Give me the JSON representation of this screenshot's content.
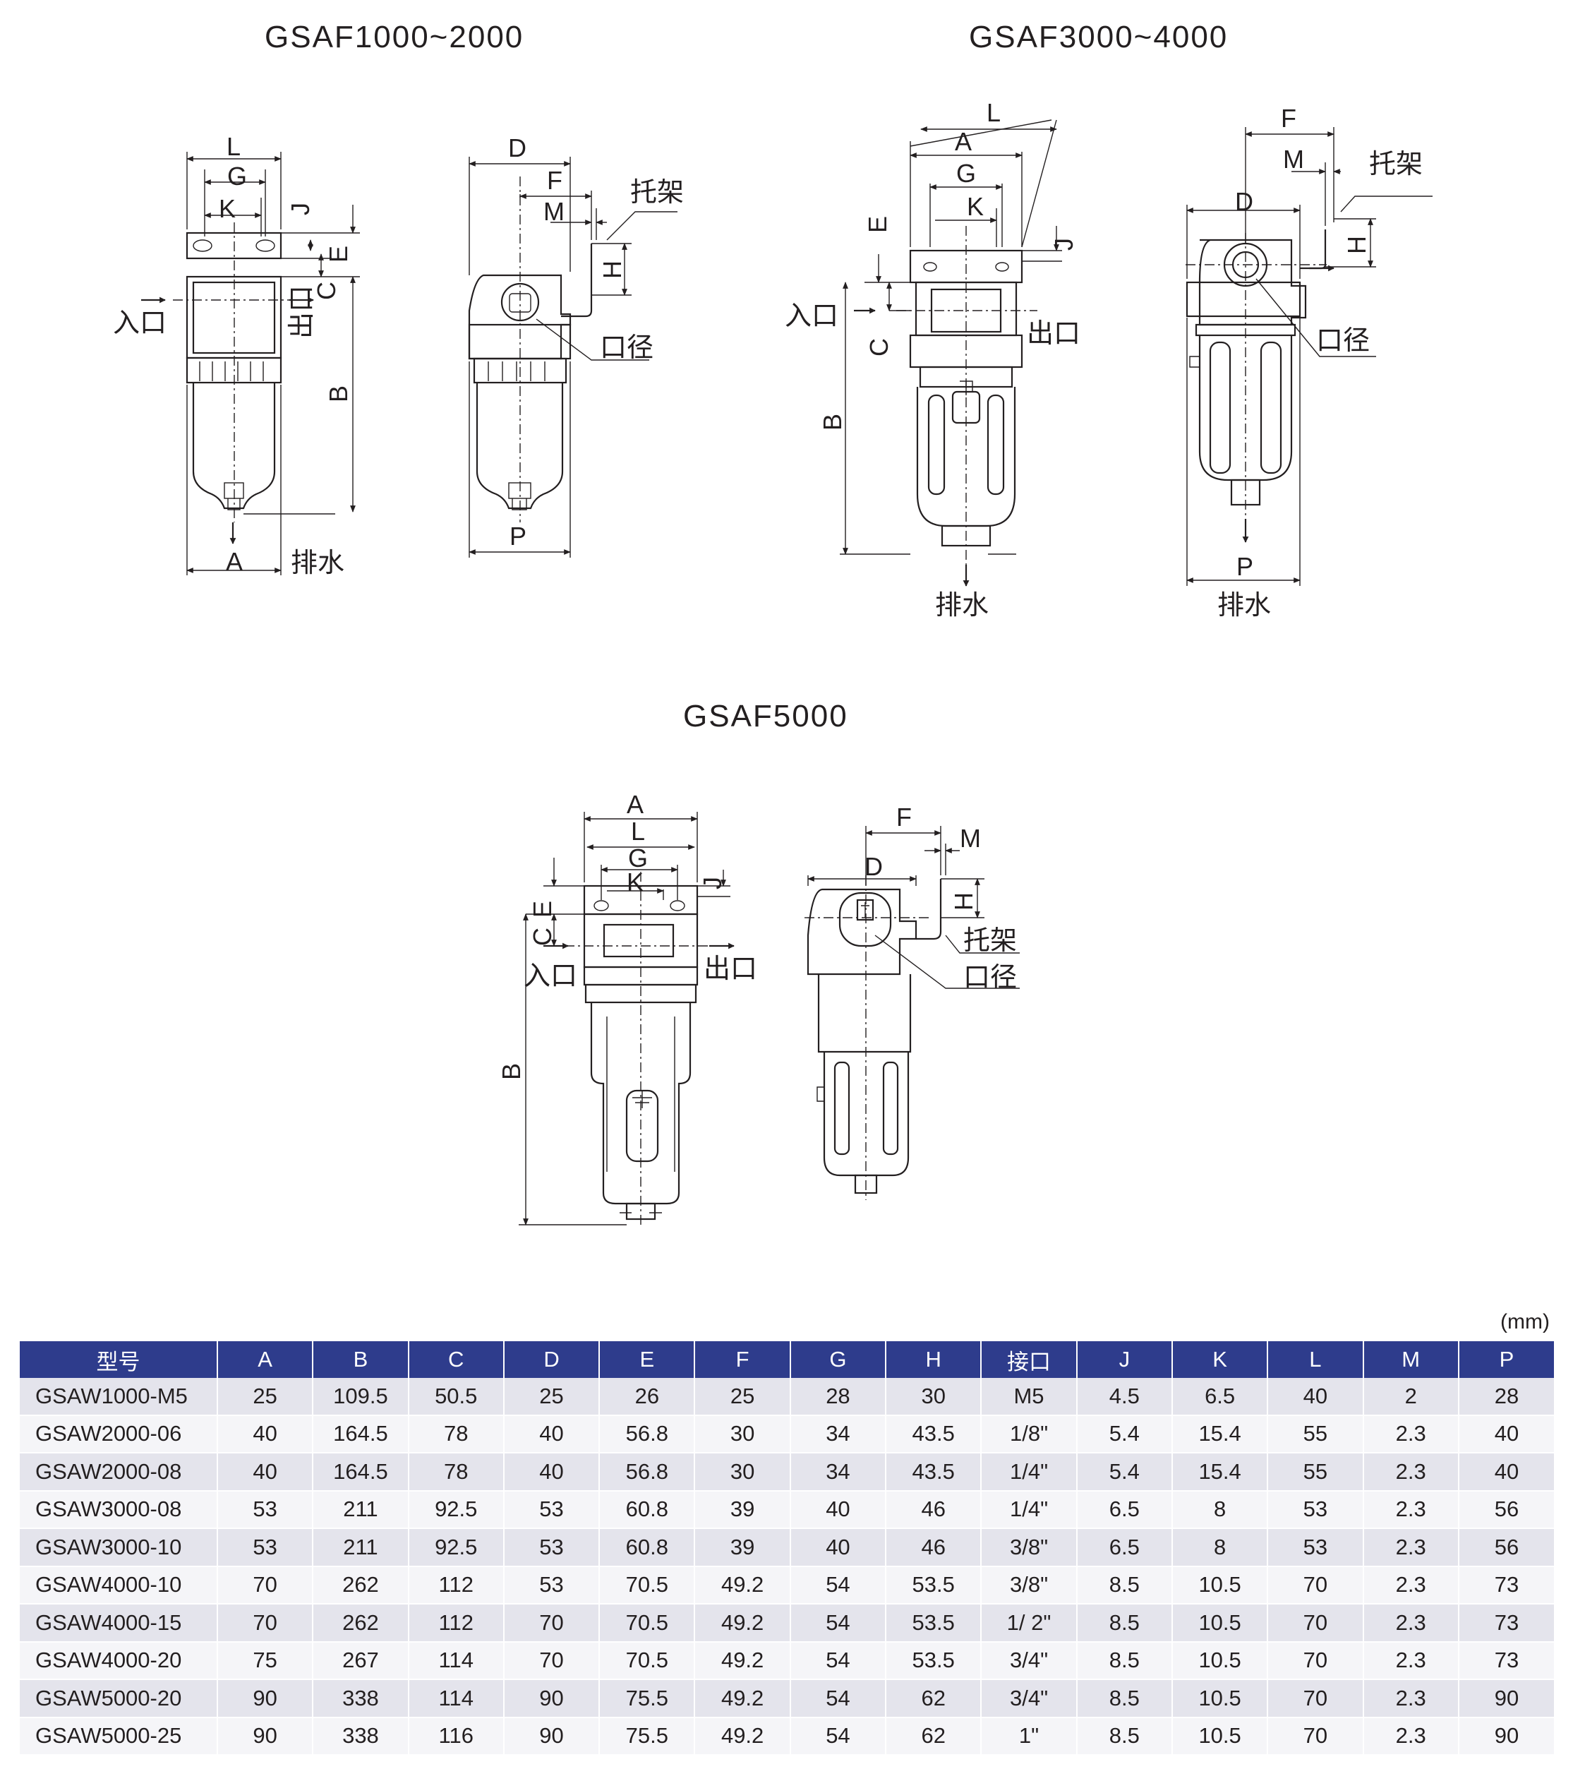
{
  "titles": {
    "group1": "GSAF1000~2000",
    "group2": "GSAF3000~4000",
    "group3": "GSAF5000"
  },
  "labels": {
    "inlet": "入口",
    "outlet": "出口",
    "drain": "排水",
    "bracket": "托架",
    "port_size": "口径"
  },
  "dims": {
    "A": "A",
    "B": "B",
    "C": "C",
    "D": "D",
    "E": "E",
    "F": "F",
    "G": "G",
    "H": "H",
    "J": "J",
    "K": "K",
    "L": "L",
    "M": "M",
    "P": "P"
  },
  "unit": "(mm)",
  "table": {
    "headers": [
      "型号",
      "A",
      "B",
      "C",
      "D",
      "E",
      "F",
      "G",
      "H",
      "接口",
      "J",
      "K",
      "L",
      "M",
      "P"
    ],
    "rows": [
      [
        "GSAW1000-M5",
        "25",
        "109.5",
        "50.5",
        "25",
        "26",
        "25",
        "28",
        "30",
        "M5",
        "4.5",
        "6.5",
        "40",
        "2",
        "28"
      ],
      [
        "GSAW2000-06",
        "40",
        "164.5",
        "78",
        "40",
        "56.8",
        "30",
        "34",
        "43.5",
        "1/8\"",
        "5.4",
        "15.4",
        "55",
        "2.3",
        "40"
      ],
      [
        "GSAW2000-08",
        "40",
        "164.5",
        "78",
        "40",
        "56.8",
        "30",
        "34",
        "43.5",
        "1/4\"",
        "5.4",
        "15.4",
        "55",
        "2.3",
        "40"
      ],
      [
        "GSAW3000-08",
        "53",
        "211",
        "92.5",
        "53",
        "60.8",
        "39",
        "40",
        "46",
        "1/4\"",
        "6.5",
        "8",
        "53",
        "2.3",
        "56"
      ],
      [
        "GSAW3000-10",
        "53",
        "211",
        "92.5",
        "53",
        "60.8",
        "39",
        "40",
        "46",
        "3/8\"",
        "6.5",
        "8",
        "53",
        "2.3",
        "56"
      ],
      [
        "GSAW4000-10",
        "70",
        "262",
        "112",
        "53",
        "70.5",
        "49.2",
        "54",
        "53.5",
        "3/8\"",
        "8.5",
        "10.5",
        "70",
        "2.3",
        "73"
      ],
      [
        "GSAW4000-15",
        "70",
        "262",
        "112",
        "70",
        "70.5",
        "49.2",
        "54",
        "53.5",
        "1/ 2\"",
        "8.5",
        "10.5",
        "70",
        "2.3",
        "73"
      ],
      [
        "GSAW4000-20",
        "75",
        "267",
        "114",
        "70",
        "70.5",
        "49.2",
        "54",
        "53.5",
        "3/4\"",
        "8.5",
        "10.5",
        "70",
        "2.3",
        "73"
      ],
      [
        "GSAW5000-20",
        "90",
        "338",
        "114",
        "90",
        "75.5",
        "49.2",
        "54",
        "62",
        "3/4\"",
        "8.5",
        "10.5",
        "70",
        "2.3",
        "90"
      ],
      [
        "GSAW5000-25",
        "90",
        "338",
        "116",
        "90",
        "75.5",
        "49.2",
        "54",
        "62",
        "1\"",
        "8.5",
        "10.5",
        "70",
        "2.3",
        "90"
      ]
    ]
  }
}
